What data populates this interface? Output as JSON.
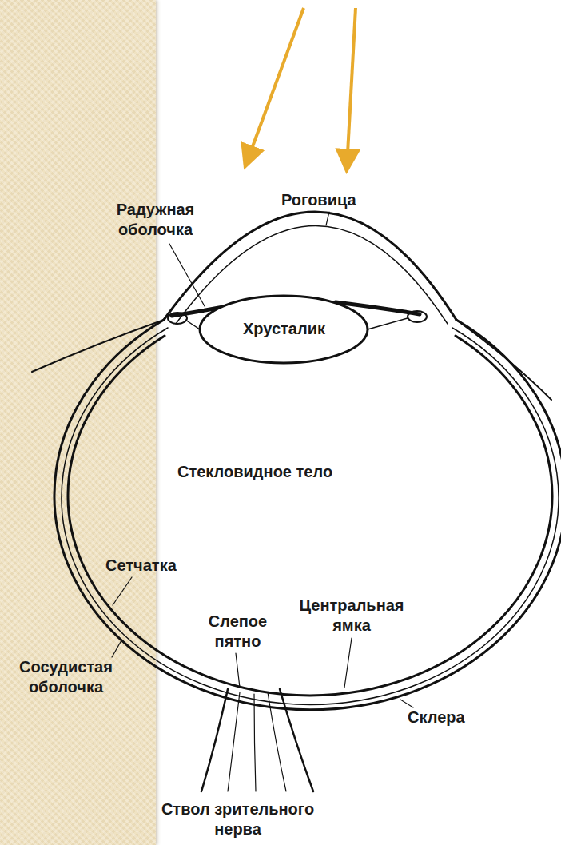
{
  "diagram": {
    "labels": [
      "Радужная оболочка",
      "Роговица",
      "Хрусталик",
      "Стекловидное тело",
      "Сетчатка",
      "Центральная ямка",
      "Слепое пятно",
      "Сосудистая оболочка",
      "Склера",
      "Ствол зрительного нерва"
    ]
  }
}
